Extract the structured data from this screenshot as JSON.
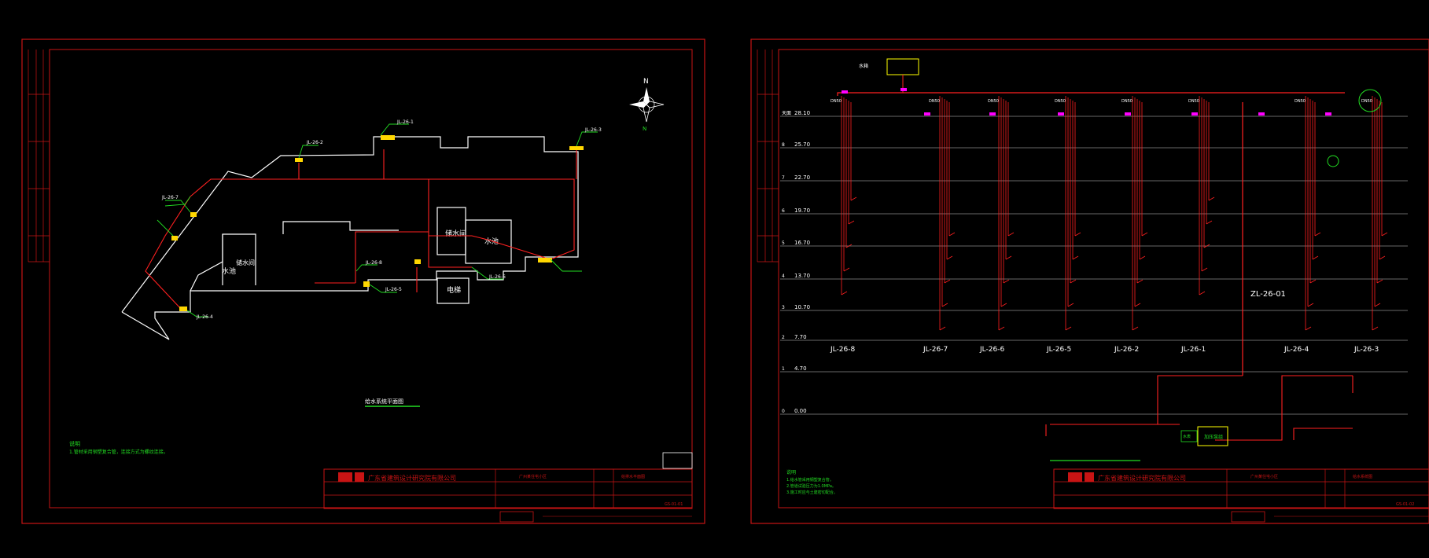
{
  "colors": {
    "background": "#000000",
    "frame": "#c81414",
    "pipe": "#ff2020",
    "wall": "#ffffff",
    "label": "#ffffff",
    "note": "#22dd22",
    "fitting": "#ffd700",
    "accent": "#ff00ff",
    "highlight_box": "#ffff00",
    "floor_line": "#cfcfcf"
  },
  "left_sheet": {
    "compass": {
      "north": "N",
      "caption": "N"
    },
    "rooms": {
      "pump_room_upper": "储水间",
      "water_tank_upper": "水池",
      "pump_room_lower": "储水间",
      "water_tank_lower": "水池",
      "elevator": "电梯"
    },
    "risers": [
      "JL-26-1",
      "JL-26-2",
      "JL-26-3",
      "JL-26-4",
      "JL-26-5",
      "JL-26-6",
      "JL-26-7",
      "JL-26-8"
    ],
    "drawing_title": "给水系统平面图",
    "notes_heading": "说明",
    "notes_text": "1.管材采用钢塑复合管，连接方式为螺纹连接。",
    "title_block": {
      "company": "广东省建筑设计研究院有限公司",
      "project": "广州某住宅小区",
      "drawing": "给排水平面图",
      "number": "GS-01-01"
    }
  },
  "right_sheet": {
    "floors": [
      {
        "label": "天面",
        "elev": "28.10"
      },
      {
        "label": "8",
        "elev": "25.70"
      },
      {
        "label": "7",
        "elev": "22.70"
      },
      {
        "label": "6",
        "elev": "19.70"
      },
      {
        "label": "5",
        "elev": "16.70"
      },
      {
        "label": "4",
        "elev": "13.70"
      },
      {
        "label": "3",
        "elev": "10.70"
      },
      {
        "label": "2",
        "elev": "7.70"
      },
      {
        "label": "1",
        "elev": "4.70"
      },
      {
        "label": "0",
        "elev": "0.00"
      }
    ],
    "riser_labels": [
      "JL-26-8",
      "JL-26-7",
      "JL-26-6",
      "JL-26-5",
      "JL-26-2",
      "JL-26-1",
      "JL-26-4",
      "JL-26-3"
    ],
    "main_riser": "ZL-26-01",
    "pipe_sizes": [
      "DN50",
      "DN50",
      "DN50",
      "DN50",
      "DN50",
      "DN50",
      "DN50",
      "DN50"
    ],
    "equipment_tag": "水表",
    "pump_tag": "加压泵组",
    "tank_label": "水箱",
    "notes_heading": "说明",
    "notes": [
      "1.给水管采用钢塑复合管。",
      "2.管道试验压力为1.0MPa。",
      "3.施工时应与土建密切配合。"
    ],
    "title_block": {
      "company": "广东省建筑设计研究院有限公司",
      "project": "广州某住宅小区",
      "drawing": "给水系统图",
      "number": "GS-01-02"
    }
  }
}
